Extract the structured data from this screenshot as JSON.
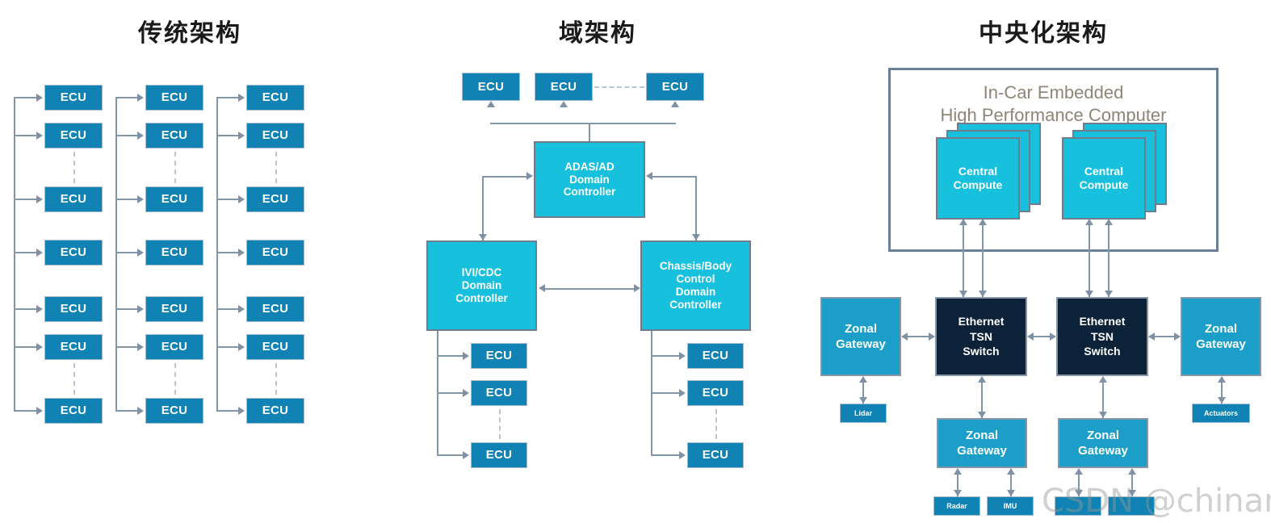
{
  "meta": {
    "watermark": "CSDN @chinamaoge",
    "colors": {
      "ecu_blue": "#1083b4",
      "domain_cyan": "#17c0dd",
      "gateway_blue": "#1b9fc8",
      "tsn_navy": "#0c2239",
      "connector_gray": "#8296a8",
      "frame_gray": "#6a7f96",
      "hpc_text": "#8e8578",
      "title_black": "#1a1a1a"
    }
  },
  "panels": [
    {
      "id": "legacy",
      "title": "传统架构",
      "ecu_label": "ECU",
      "columns": 3,
      "rows_per_column": 7,
      "boxes": [
        {
          "label": "ECU"
        },
        {
          "label": "ECU"
        },
        {
          "label": "ECU"
        },
        {
          "label": "ECU"
        },
        {
          "label": "ECU"
        },
        {
          "label": "ECU"
        },
        {
          "label": "ECU"
        }
      ]
    },
    {
      "id": "domain",
      "title": "域架构",
      "top_ecus": [
        {
          "label": "ECU"
        },
        {
          "label": "ECU"
        },
        {
          "label": "ECU"
        }
      ],
      "controllers": [
        {
          "id": "adas",
          "label": "ADAS/AD\nDomain\nController",
          "lines": [
            "ADAS/AD",
            "Domain",
            "Controller"
          ]
        },
        {
          "id": "ivi",
          "label": "IVI/CDC\nDomain\nController",
          "lines": [
            "IVI/CDC",
            "Domain",
            "Controller"
          ]
        },
        {
          "id": "chassis",
          "label": "Chassis/Body\nControl\nDomain\nController",
          "lines": [
            "Chassis/Body",
            "Control",
            "Domain",
            "Controller"
          ]
        }
      ],
      "left_ecus": [
        {
          "label": "ECU"
        },
        {
          "label": "ECU"
        },
        {
          "label": "ECU"
        }
      ],
      "right_ecus": [
        {
          "label": "ECU"
        },
        {
          "label": "ECU"
        },
        {
          "label": "ECU"
        }
      ]
    },
    {
      "id": "centralized",
      "title": "中央化架构",
      "hpc_label_lines": [
        "In-Car Embedded",
        "High Performance Computer"
      ],
      "central_computes": [
        {
          "lines": [
            "Central",
            "Compute"
          ]
        },
        {
          "lines": [
            "Central",
            "Compute"
          ]
        }
      ],
      "switches": [
        {
          "lines": [
            "Ethernet",
            "TSN",
            "Switch"
          ]
        },
        {
          "lines": [
            "Ethernet",
            "TSN",
            "Switch"
          ]
        }
      ],
      "gateways": [
        {
          "id": "gw-left",
          "lines": [
            "Zonal",
            "Gateway"
          ]
        },
        {
          "id": "gw-right",
          "lines": [
            "Zonal",
            "Gateway"
          ]
        },
        {
          "id": "gw-bot-1",
          "lines": [
            "Zonal",
            "Gateway"
          ]
        },
        {
          "id": "gw-bot-2",
          "lines": [
            "Zonal",
            "Gateway"
          ]
        }
      ],
      "sensors": [
        {
          "id": "lidar",
          "label": "Lidar"
        },
        {
          "id": "actuators",
          "label": "Actuators"
        },
        {
          "id": "radar",
          "label": "Radar"
        },
        {
          "id": "imu",
          "label": "IMU"
        },
        {
          "id": "sensor-a",
          "label": ""
        },
        {
          "id": "sensor-b",
          "label": ""
        }
      ]
    }
  ]
}
